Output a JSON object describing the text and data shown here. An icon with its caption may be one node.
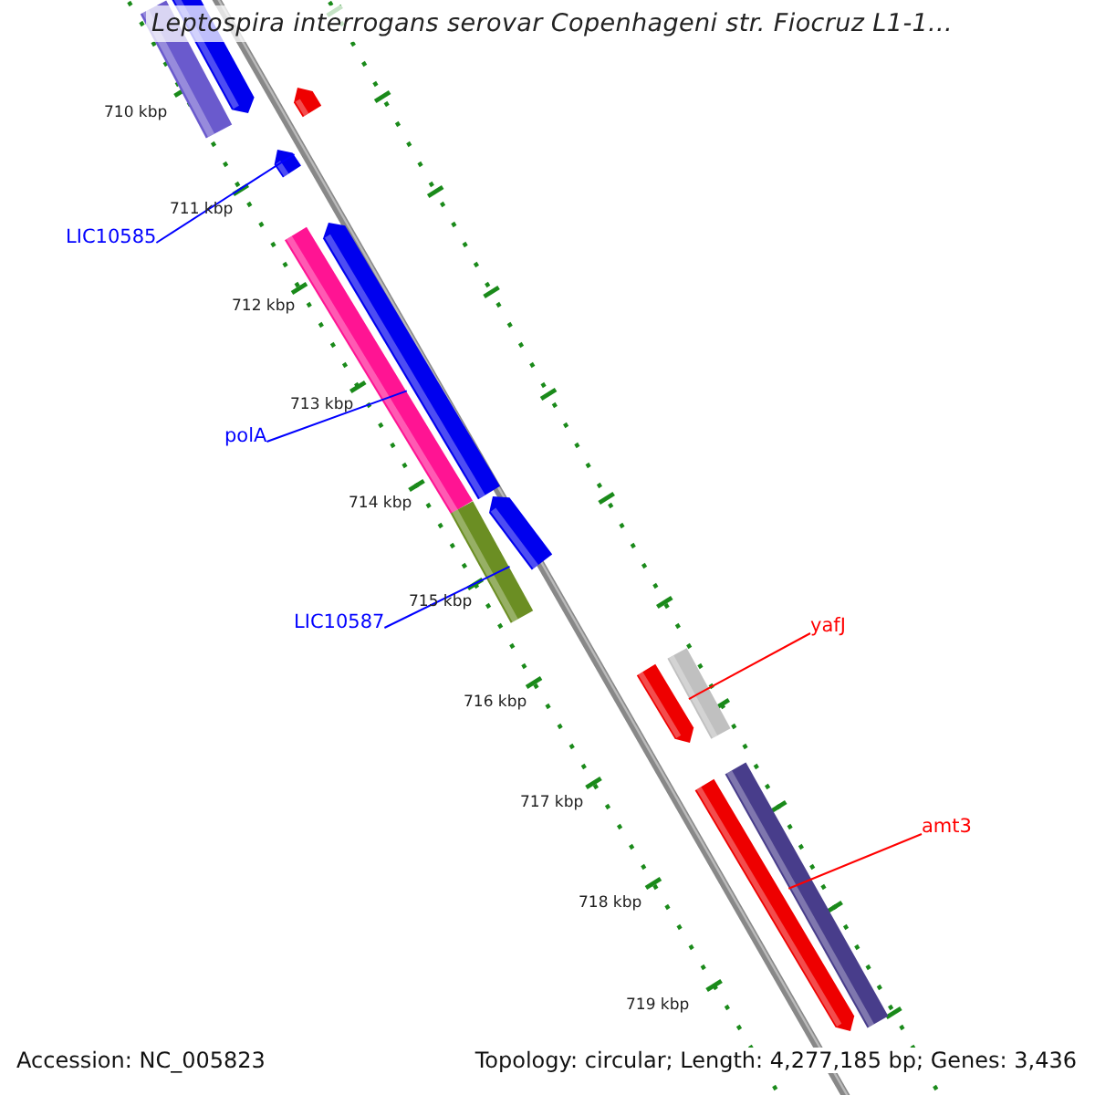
{
  "diagram": {
    "title": "Leptospira interrogans serovar Copenhageni str. Fiocruz L1-1...",
    "nodes": [
      {
        "text": [
          "LIC10585"
        ]
      },
      {
        "text": [
          "polA"
        ]
      },
      {
        "text": [
          "LIC10587"
        ]
      },
      {
        "text": [
          "yafJ"
        ]
      },
      {
        "text": [
          "amt3"
        ]
      },
      {
        "text": [],
        "shape": "bar"
      },
      {
        "text": [],
        "shape": "bar"
      },
      {
        "text": [],
        "shape": "bar"
      },
      {
        "text": [],
        "shape": "bar"
      },
      {
        "text": [],
        "shape": "bar"
      }
    ],
    "edges": [
      {
        "from": 0,
        "to": 5,
        "arrow": "none"
      },
      {
        "from": 1,
        "to": 6,
        "arrow": "none"
      },
      {
        "from": 2,
        "to": 7,
        "arrow": "none"
      },
      {
        "from": 3,
        "to": 8,
        "arrow": "none",
        "color": "#ff0000"
      },
      {
        "from": 4,
        "to": 9,
        "arrow": "none",
        "color": "#ff0000"
      }
    ],
    "labels": [
      "710 kbp",
      "711 kbp",
      "712 kbp",
      "713 kbp",
      "714 kbp",
      "715 kbp",
      "716 kbp",
      "717 kbp",
      "718 kbp",
      "719 kbp",
      "Accession: NC_005823",
      "Topology: circular; Length: 4,277,185 bp; Genes: 3,436"
    ]
  }
}
